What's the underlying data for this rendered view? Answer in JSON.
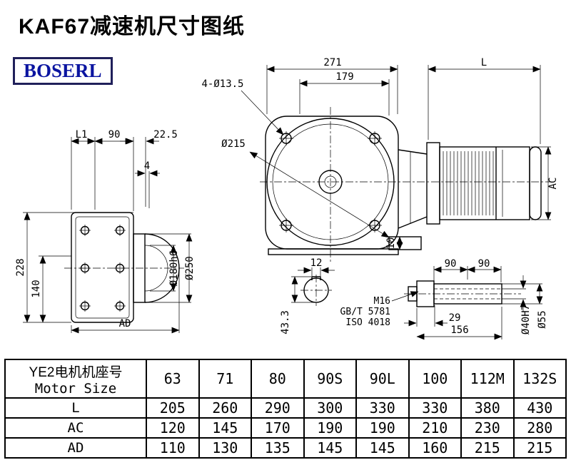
{
  "page": {
    "title": "KAF67减速机尺寸图纸",
    "brand": "BOSERL"
  },
  "dims": {
    "top_width": "271",
    "top_inner": "179",
    "motor_len": "L",
    "holes": "4-Ø13.5",
    "flange_pilot": "Ø215",
    "l1": "L1",
    "left_90": "90",
    "left_22_5": "22.5",
    "left_4": "4",
    "h228": "228",
    "h140": "140",
    "d180": "Ø180h6",
    "d250": "Ø250",
    "ad": "AD",
    "ac": "AC",
    "foot10": "10",
    "key12": "12",
    "key43": "43.3",
    "shaft90a": "90",
    "shaft90b": "90",
    "m16": "M16",
    "gb": "GB/T 5781",
    "iso": "ISO 4018",
    "len29": "29",
    "len156": "156",
    "bore40": "Ø40H7",
    "od55": "Ø55"
  },
  "table": {
    "header_cn": "YE2电机机座号",
    "header_en": "Motor Size",
    "sizes": [
      "63",
      "71",
      "80",
      "90S",
      "90L",
      "100",
      "112M",
      "132S"
    ],
    "rows": [
      {
        "label": "L",
        "values": [
          "205",
          "260",
          "290",
          "300",
          "330",
          "330",
          "380",
          "430"
        ]
      },
      {
        "label": "AC",
        "values": [
          "120",
          "145",
          "170",
          "190",
          "190",
          "210",
          "230",
          "280"
        ]
      },
      {
        "label": "AD",
        "values": [
          "110",
          "130",
          "135",
          "145",
          "145",
          "160",
          "215",
          "215"
        ]
      }
    ]
  }
}
